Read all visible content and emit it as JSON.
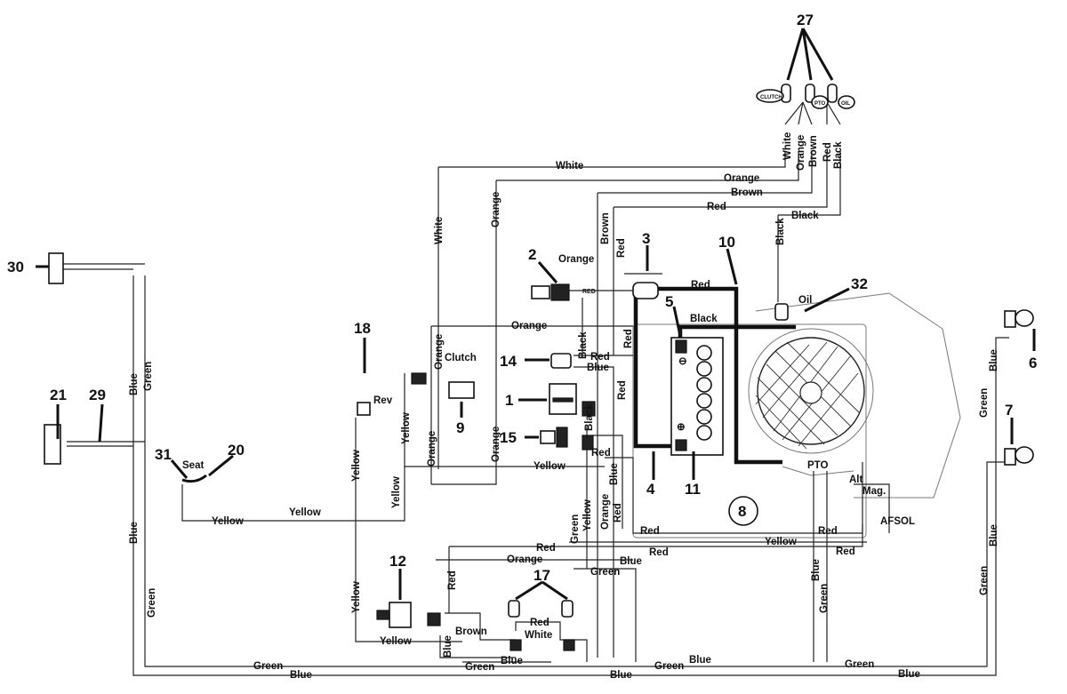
{
  "parts": {
    "n1": "1",
    "n2": "2",
    "n3": "3",
    "n4": "4",
    "n5": "5",
    "n6": "6",
    "n7": "7",
    "n8": "8",
    "n9": "9",
    "n10": "10",
    "n11": "11",
    "n12": "12",
    "n14": "14",
    "n15": "15",
    "n17": "17",
    "n18": "18",
    "n20": "20",
    "n21": "21",
    "n27": "27",
    "n29": "29",
    "n30": "30",
    "n31": "31",
    "n32": "32"
  },
  "text": {
    "clutch": "Clutch",
    "rev": "Rev",
    "seat": "Seat",
    "oil": "Oil",
    "pto": "PTO",
    "alt": "Alt",
    "mag": "Mag.",
    "afsol": "AFSOL",
    "red_small": "RED",
    "clutch_lamp": "CLUTCH",
    "pto_lamp": "PTO",
    "oil_lamp": "OIL"
  },
  "wires": {
    "white": "White",
    "orange": "Orange",
    "brown": "Brown",
    "red": "Red",
    "black": "Black",
    "blue": "Blue",
    "green": "Green",
    "yellow": "Yellow"
  }
}
